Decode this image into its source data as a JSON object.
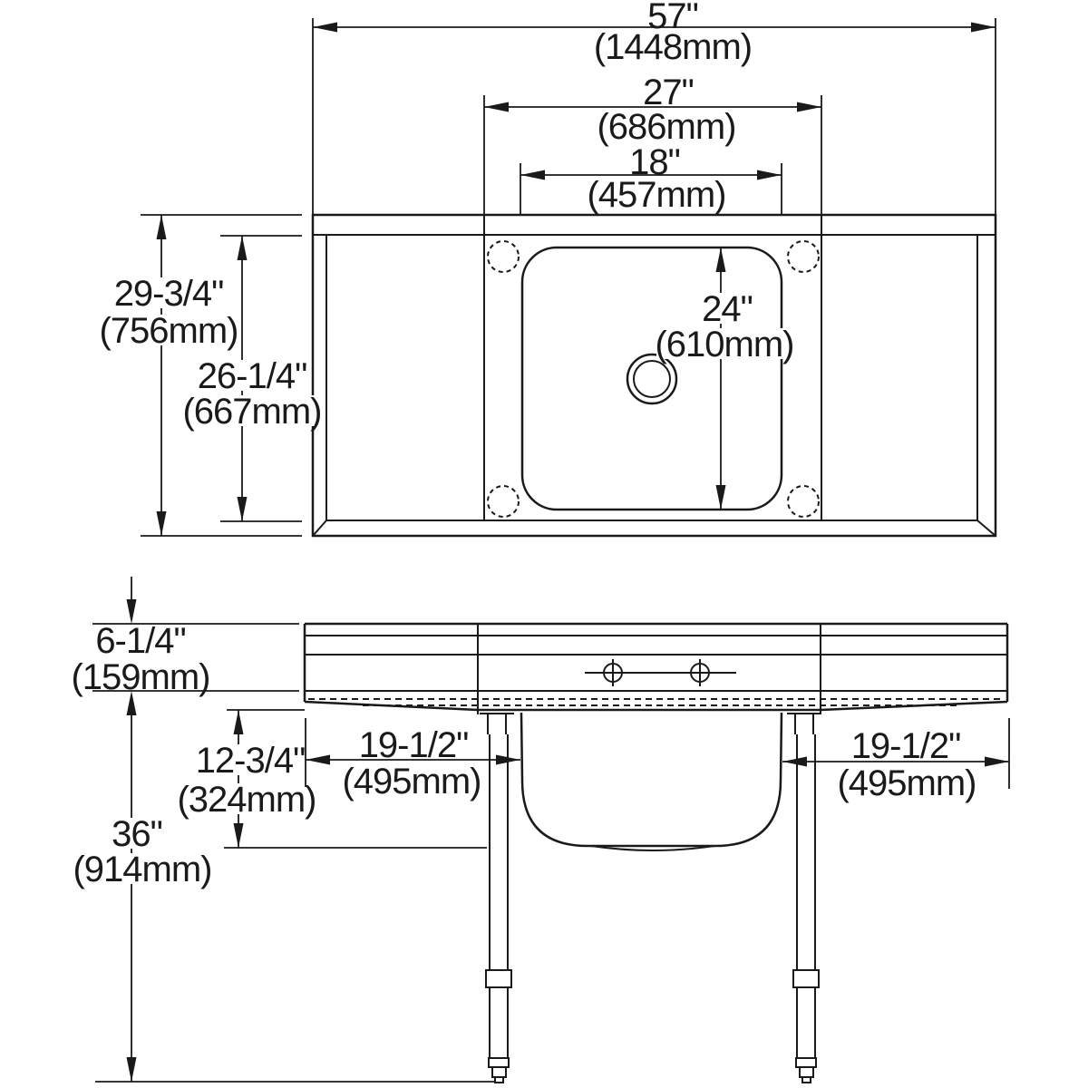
{
  "page": {
    "background": "#ffffff",
    "ink": "#1a1a1a"
  },
  "top_view": {
    "dim_overall_width": {
      "inches": "57\"",
      "metric": "(1448mm)"
    },
    "dim_compartment_width": {
      "inches": "27\"",
      "metric": "(686mm)"
    },
    "dim_bowl_width": {
      "inches": "18\"",
      "metric": "(457mm)"
    },
    "dim_overall_depth": {
      "inches": "29-3/4\"",
      "metric": "(756mm)"
    },
    "dim_inner_depth": {
      "inches": "26-1/4\"",
      "metric": "(667mm)"
    },
    "dim_bowl_front_to_back": {
      "inches": "24\"",
      "metric": "(610mm)"
    }
  },
  "front_view": {
    "dim_backsplash_height": {
      "inches": "6-1/4\"",
      "metric": "(159mm)"
    },
    "dim_bowl_depth": {
      "inches": "12-3/4\"",
      "metric": "(324mm)"
    },
    "dim_left_drainboard": {
      "inches": "19-1/2\"",
      "metric": "(495mm)"
    },
    "dim_right_drainboard": {
      "inches": "19-1/2\"",
      "metric": "(495mm)"
    },
    "dim_work_height": {
      "inches": "36\"",
      "metric": "(914mm)"
    }
  }
}
